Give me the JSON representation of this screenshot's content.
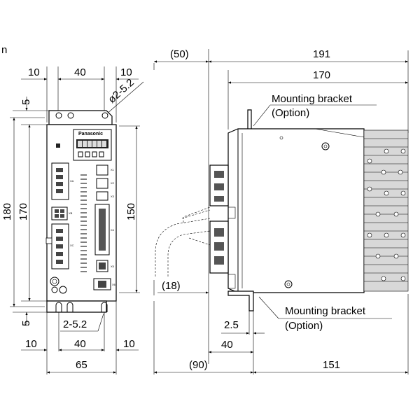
{
  "corner_letter": "n",
  "front_view": {
    "top_dims": [
      "10",
      "40",
      "10"
    ],
    "hole_label": "ø2-5.2",
    "height_dims": [
      "180",
      "170",
      "150"
    ],
    "small_dims": [
      "5",
      "5"
    ],
    "bottom_slot_label": "2-5.2",
    "bottom_dims": [
      "10",
      "40",
      "10"
    ],
    "overall_width": "65",
    "brand": "Panasonic",
    "connector_labels": [
      "XA",
      "XB",
      "XC",
      "X1",
      "X2",
      "X3",
      "X4",
      "X5",
      "X6"
    ]
  },
  "side_view": {
    "top_dims": [
      "(50)",
      "191",
      "170"
    ],
    "bracket_top": {
      "line1": "Mounting bracket",
      "line2": "(Option)"
    },
    "cable_dim": "(18)",
    "bracket_bottom": {
      "line1": "Mounting bracket",
      "line2": "(Option)"
    },
    "bracket_dims": [
      "2.5",
      "40"
    ],
    "bottom_dims": [
      "(90)",
      "151"
    ]
  }
}
